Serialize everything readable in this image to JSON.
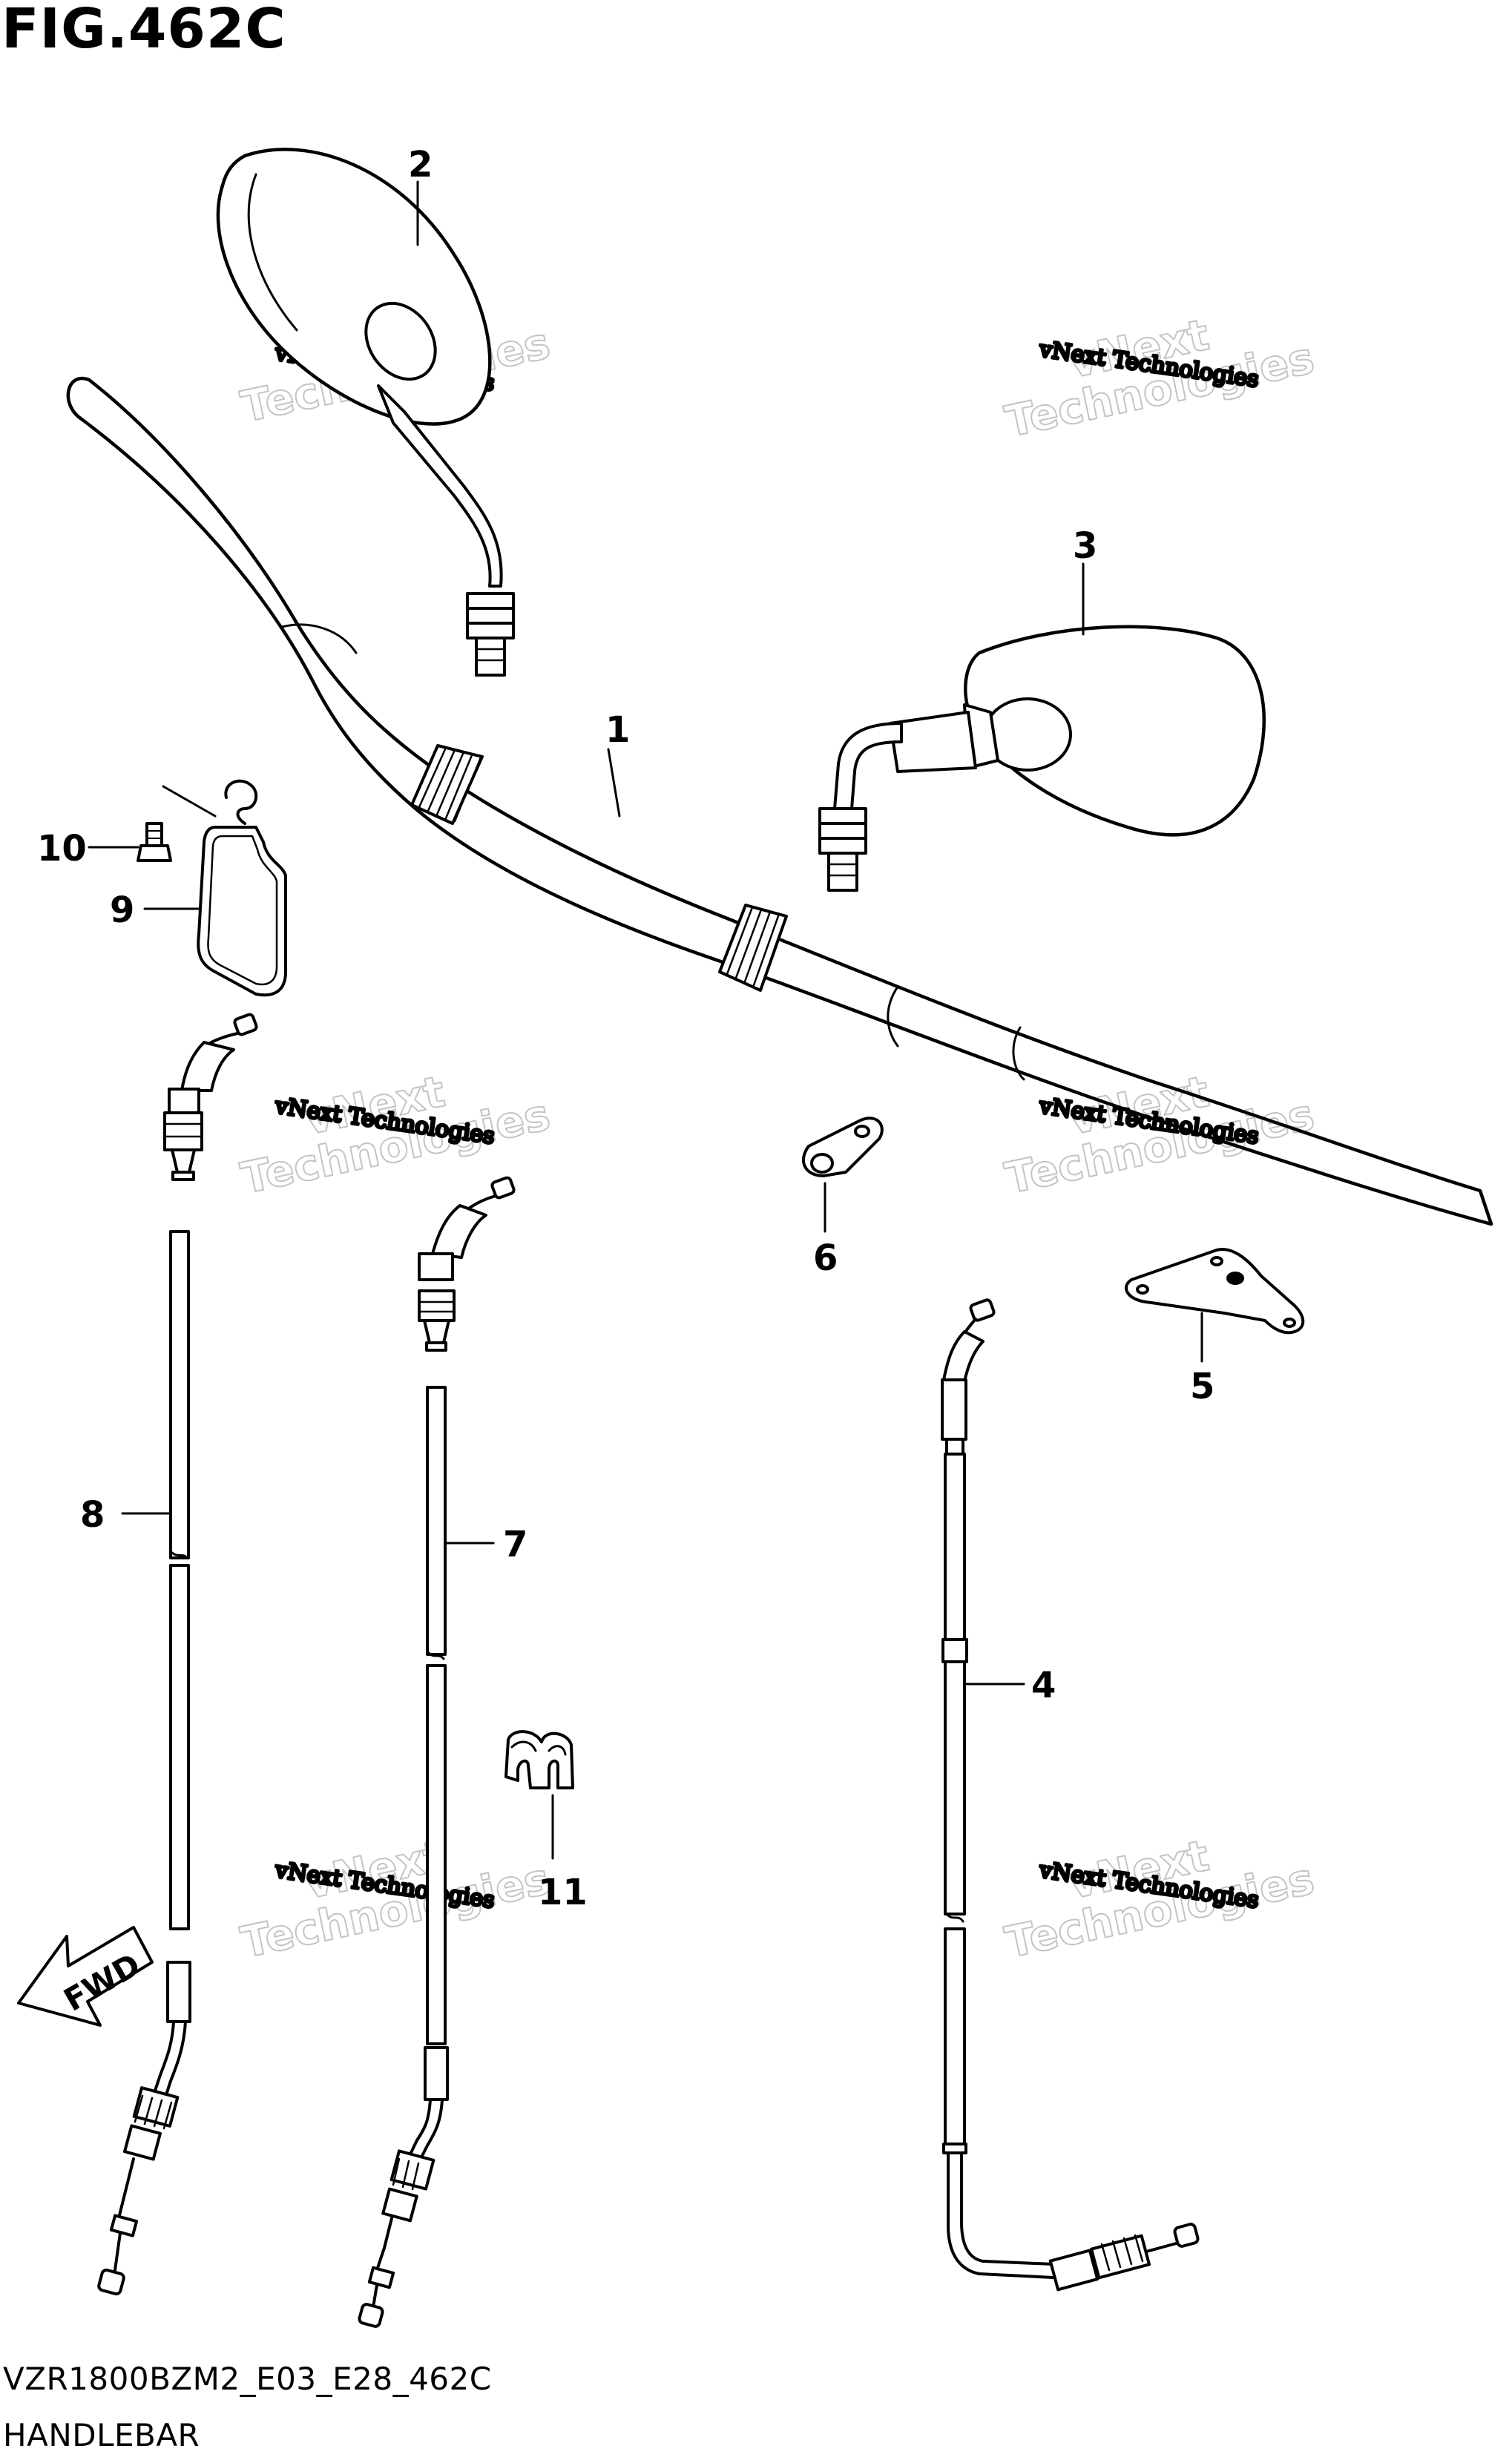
{
  "figure": {
    "title": "FIG.462C",
    "model_code": "VZR1800BZM2_E03_E28_462C",
    "section_name": "HANDLEBAR"
  },
  "callouts": [
    {
      "id": "1",
      "label": "1"
    },
    {
      "id": "2",
      "label": "2"
    },
    {
      "id": "3",
      "label": "3"
    },
    {
      "id": "4",
      "label": "4"
    },
    {
      "id": "5",
      "label": "5"
    },
    {
      "id": "6",
      "label": "6"
    },
    {
      "id": "7",
      "label": "7"
    },
    {
      "id": "8",
      "label": "8"
    },
    {
      "id": "9",
      "label": "9"
    },
    {
      "id": "10",
      "label": "10"
    },
    {
      "id": "11",
      "label": "11"
    }
  ],
  "direction_arrow": {
    "label": "FWD"
  },
  "watermark": {
    "line1": "vNext Technologies",
    "line2": "vNext",
    "line3": "Technologies"
  }
}
